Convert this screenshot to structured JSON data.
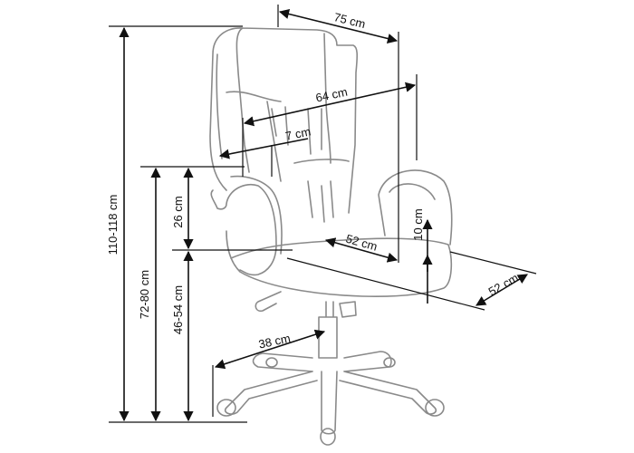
{
  "title": "Office chair dimensions",
  "colors": {
    "line": "#111111",
    "outline": "#8a8a8a"
  },
  "dimensions": {
    "total_height": "110-118 cm",
    "armrest_height": "72-80 cm",
    "seat_height": "46-54 cm",
    "armrest_above_seat": "26 cm",
    "total_width": "75 cm",
    "backrest_width": "64 cm",
    "armrest_width": "7 cm",
    "seat_width": "52 cm",
    "seat_thickness": "10 cm",
    "seat_depth": "52 cm",
    "base_radius": "38 cm"
  }
}
